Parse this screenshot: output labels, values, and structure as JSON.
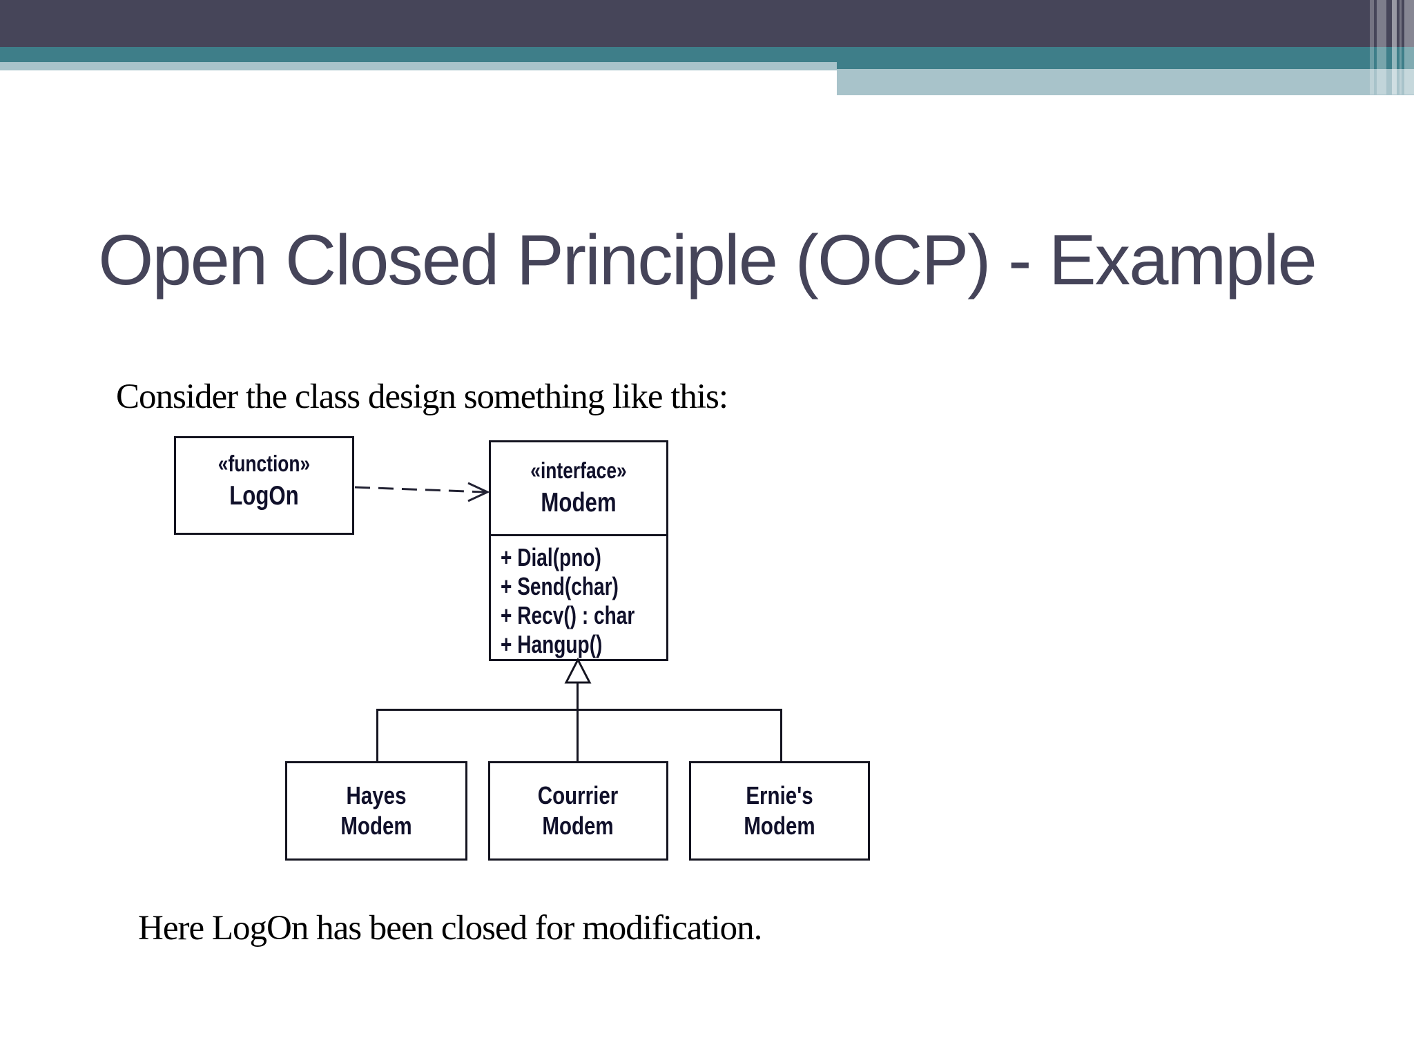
{
  "slide": {
    "title": "Open Closed Principle (OCP) - Example",
    "intro": "Consider the class design something like this:",
    "footer": "Here LogOn has been closed for modification."
  },
  "diagram": {
    "logon": {
      "stereotype": "«function»",
      "name": "LogOn"
    },
    "modem": {
      "stereotype": "«interface»",
      "name": "Modem",
      "methods": [
        "+ Dial(pno)",
        "+ Send(char)",
        "+ Recv() : char",
        "+ Hangup()"
      ]
    },
    "subclasses": [
      {
        "line1": "Hayes",
        "line2": "Modem"
      },
      {
        "line1": "Courrier",
        "line2": "Modem"
      },
      {
        "line1": "Ernie's",
        "line2": "Modem"
      }
    ]
  },
  "theme": {
    "header_dark": "#464559",
    "header_teal": "#3E7E89",
    "header_light": "#A8C3CA",
    "title_color": "#454459",
    "diagram_ink": "#10102a"
  }
}
